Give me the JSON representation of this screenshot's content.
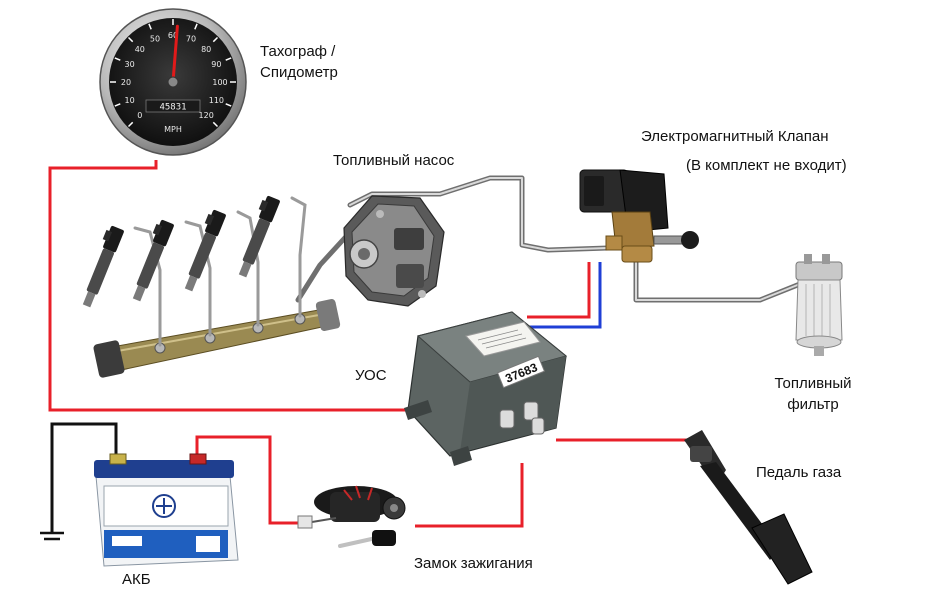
{
  "labels": {
    "tachograph_line1": "Тахограф /",
    "tachograph_line2": "Спидометр",
    "fuel_pump": "Топливный насос",
    "solenoid_valve": "Электромагнитный Клапан",
    "valve_note": "(В комплект не входит)",
    "controller": "УОС",
    "fuel_filter_line1": "Топливный",
    "fuel_filter_line2": "фильтр",
    "gas_pedal": "Педаль газа",
    "ignition_lock": "Замок зажигания",
    "battery": "АКБ"
  },
  "speedometer": {
    "scale": [
      "0",
      "10",
      "20",
      "30",
      "40",
      "50",
      "60",
      "70",
      "80",
      "90",
      "100",
      "110",
      "120"
    ],
    "unit": "MPH",
    "odometer": "45831",
    "needle_value": 62
  },
  "controller_box": {
    "id_number": "37683"
  },
  "wire_colors": {
    "signal": "#e8202a",
    "minus": "#1f3fd6",
    "ground": "#111111",
    "fuel_line": "#9a9a9a"
  }
}
